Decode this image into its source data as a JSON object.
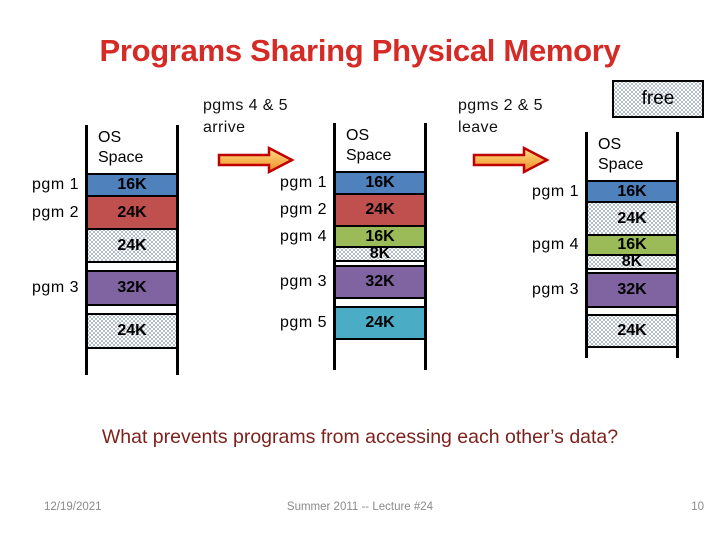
{
  "slide": {
    "title": "Programs Sharing Physical Memory",
    "question": "What prevents programs from accessing each other’s data?",
    "free_label": "free"
  },
  "transitions": [
    {
      "line1": "pgms 4 & 5",
      "line2": "arrive"
    },
    {
      "line1": "pgms 2 & 5",
      "line2": "leave"
    }
  ],
  "columns": [
    {
      "header": [
        "OS",
        "Space"
      ],
      "blocks": [
        {
          "label": "pgm 1",
          "size": "16K",
          "fill": "blue",
          "h": 24
        },
        {
          "label": "pgm 2",
          "size": "24K",
          "fill": "red",
          "h": 36
        },
        {
          "label": "",
          "size": "24K",
          "fill": "dots",
          "h": 35
        },
        {
          "label": "pgm 3",
          "size": "32K",
          "fill": "purple",
          "h": 36,
          "gap": 7
        },
        {
          "label": "",
          "size": "24K",
          "fill": "dots",
          "h": 36,
          "gap": 7
        }
      ]
    },
    {
      "header": [
        "OS",
        "Space"
      ],
      "blocks": [
        {
          "label": "pgm 1",
          "size": "16K",
          "fill": "blue",
          "h": 24
        },
        {
          "label": "pgm 2",
          "size": "24K",
          "fill": "red",
          "h": 35
        },
        {
          "label": "pgm 4",
          "size": "16K",
          "fill": "green",
          "h": 23
        },
        {
          "label": "",
          "size": "8K",
          "fill": "dots",
          "h": 16
        },
        {
          "label": "pgm 3",
          "size": "32K",
          "fill": "purple",
          "h": 34,
          "gap": 3
        },
        {
          "label": "pgm 5",
          "size": "24K",
          "fill": "teal",
          "h": 34,
          "gap": 7
        }
      ]
    },
    {
      "header": [
        "OS",
        "Space"
      ],
      "blocks": [
        {
          "label": "pgm 1",
          "size": "16K",
          "fill": "blue",
          "h": 23
        },
        {
          "label": "",
          "size": "24K",
          "fill": "dots",
          "h": 36
        },
        {
          "label": "pgm 4",
          "size": "16K",
          "fill": "green",
          "h": 22
        },
        {
          "label": "",
          "size": "8K",
          "fill": "dots",
          "h": 16
        },
        {
          "label": "pgm 3",
          "size": "32K",
          "fill": "purple",
          "h": 36,
          "gap": 2
        },
        {
          "label": "",
          "size": "24K",
          "fill": "dots",
          "h": 34,
          "gap": 6
        }
      ]
    }
  ],
  "footer": {
    "date": "12/19/2021",
    "center": "Summer 2011 -- Lecture #24",
    "page": "10"
  },
  "colors": {
    "title": "#d42b26",
    "question": "#7d211c",
    "block_blue": "#4f81bd",
    "block_red": "#c0504d",
    "block_green": "#9bbb59",
    "block_purple": "#8064a2",
    "block_teal": "#4bacc6",
    "arrow_fill_light": "#ffe084",
    "arrow_fill": "#f08a24",
    "arrow_border": "#c00000",
    "footer_gray": "#8a8a8a"
  }
}
